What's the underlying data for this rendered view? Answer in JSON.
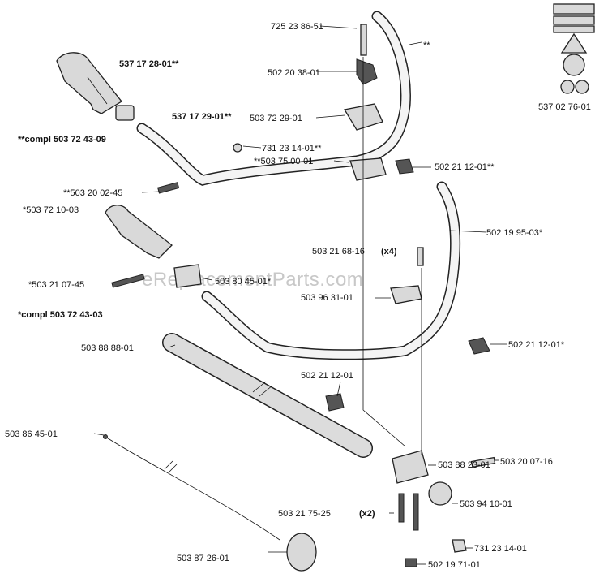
{
  "watermark": "eReplacementParts.com",
  "labels": {
    "p_725238651": "725 23 86-51",
    "p_double_star": "**",
    "p_537172801": "537 17 28-01**",
    "p_502203801": "502 20 38-01",
    "p_537172901": "537 17 29-01**",
    "p_503722901": "503 72 29-01",
    "p_compl_503724309": "**compl 503 72 43-09",
    "p_731231401_ss": "731 23 14-01**",
    "p_503750001": "**503 75 00-01",
    "p_502211201_ss": "502 21 12-01**",
    "p_503200245": "**503 20 02-45",
    "p_503721003": "*503 72 10-03",
    "p_502199503": "502 19 95-03*",
    "p_503216816": "503 21 68-16",
    "p_503216816_qty": "(x4)",
    "p_503210745": "*503 21 07-45",
    "p_503804501": "503 80 45-01*",
    "p_503963101": "503 96 31-01",
    "p_compl_503724303": "*compl 503 72 43-03",
    "p_503888801": "503 88 88-01",
    "p_502211201_s": "502 21 12-01*",
    "p_502211201": "502 21 12-01",
    "p_503864501": "503 86 45-01",
    "p_503882301": "503 88 23-01",
    "p_503200716": "503 20 07-16",
    "p_503217525": "503 21 75-25",
    "p_503217525_qty": "(x2)",
    "p_503941001": "503 94 10-01",
    "p_731231401": "731 23 14-01",
    "p_503872601": "503 87 26-01",
    "p_502197101": "502 19 71-01",
    "p_537027601": "537 02 76-01"
  }
}
